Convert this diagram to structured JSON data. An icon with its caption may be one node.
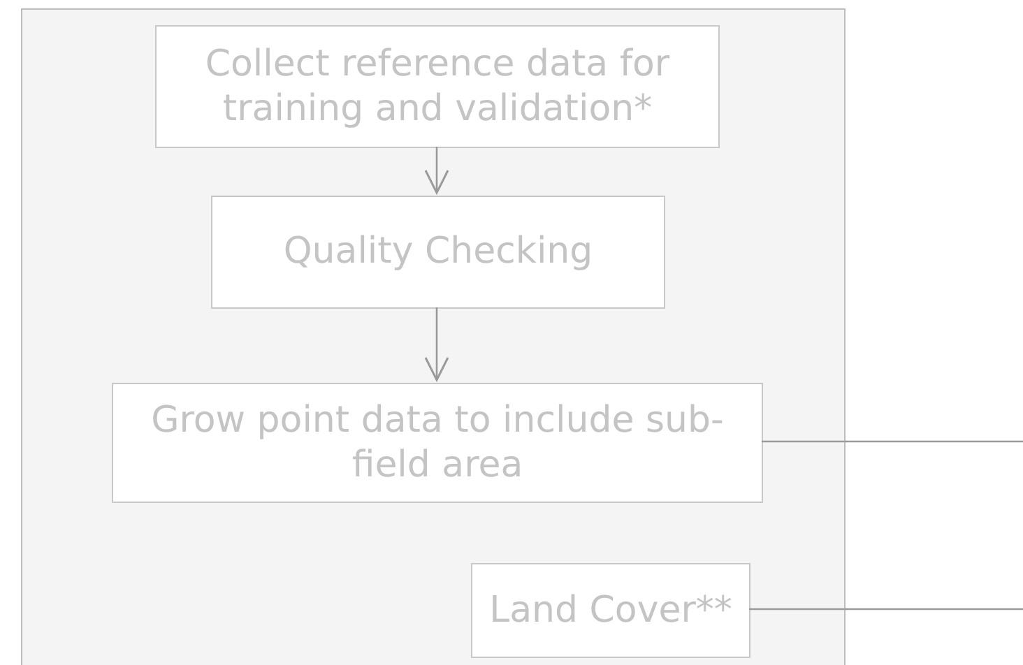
{
  "diagram": {
    "nodes": [
      {
        "text": [],
        "shape": "box"
      },
      {
        "text": [
          "Collect reference data for training and validation*"
        ],
        "in": 0
      },
      {
        "text": [
          "Quality Checking"
        ],
        "in": 0
      },
      {
        "text": [
          "Grow point data to include sub-field area"
        ],
        "in": 0
      },
      {
        "text": [
          "Land Cover**"
        ],
        "in": 0
      }
    ],
    "edges": [
      {
        "from": 1,
        "to": 2,
        "arrow": "to"
      },
      {
        "from": 2,
        "to": 3,
        "arrow": "to"
      },
      {
        "from": 3,
        "to": null,
        "arrow": "none"
      },
      {
        "from": 4,
        "to": null,
        "arrow": "none"
      }
    ]
  }
}
